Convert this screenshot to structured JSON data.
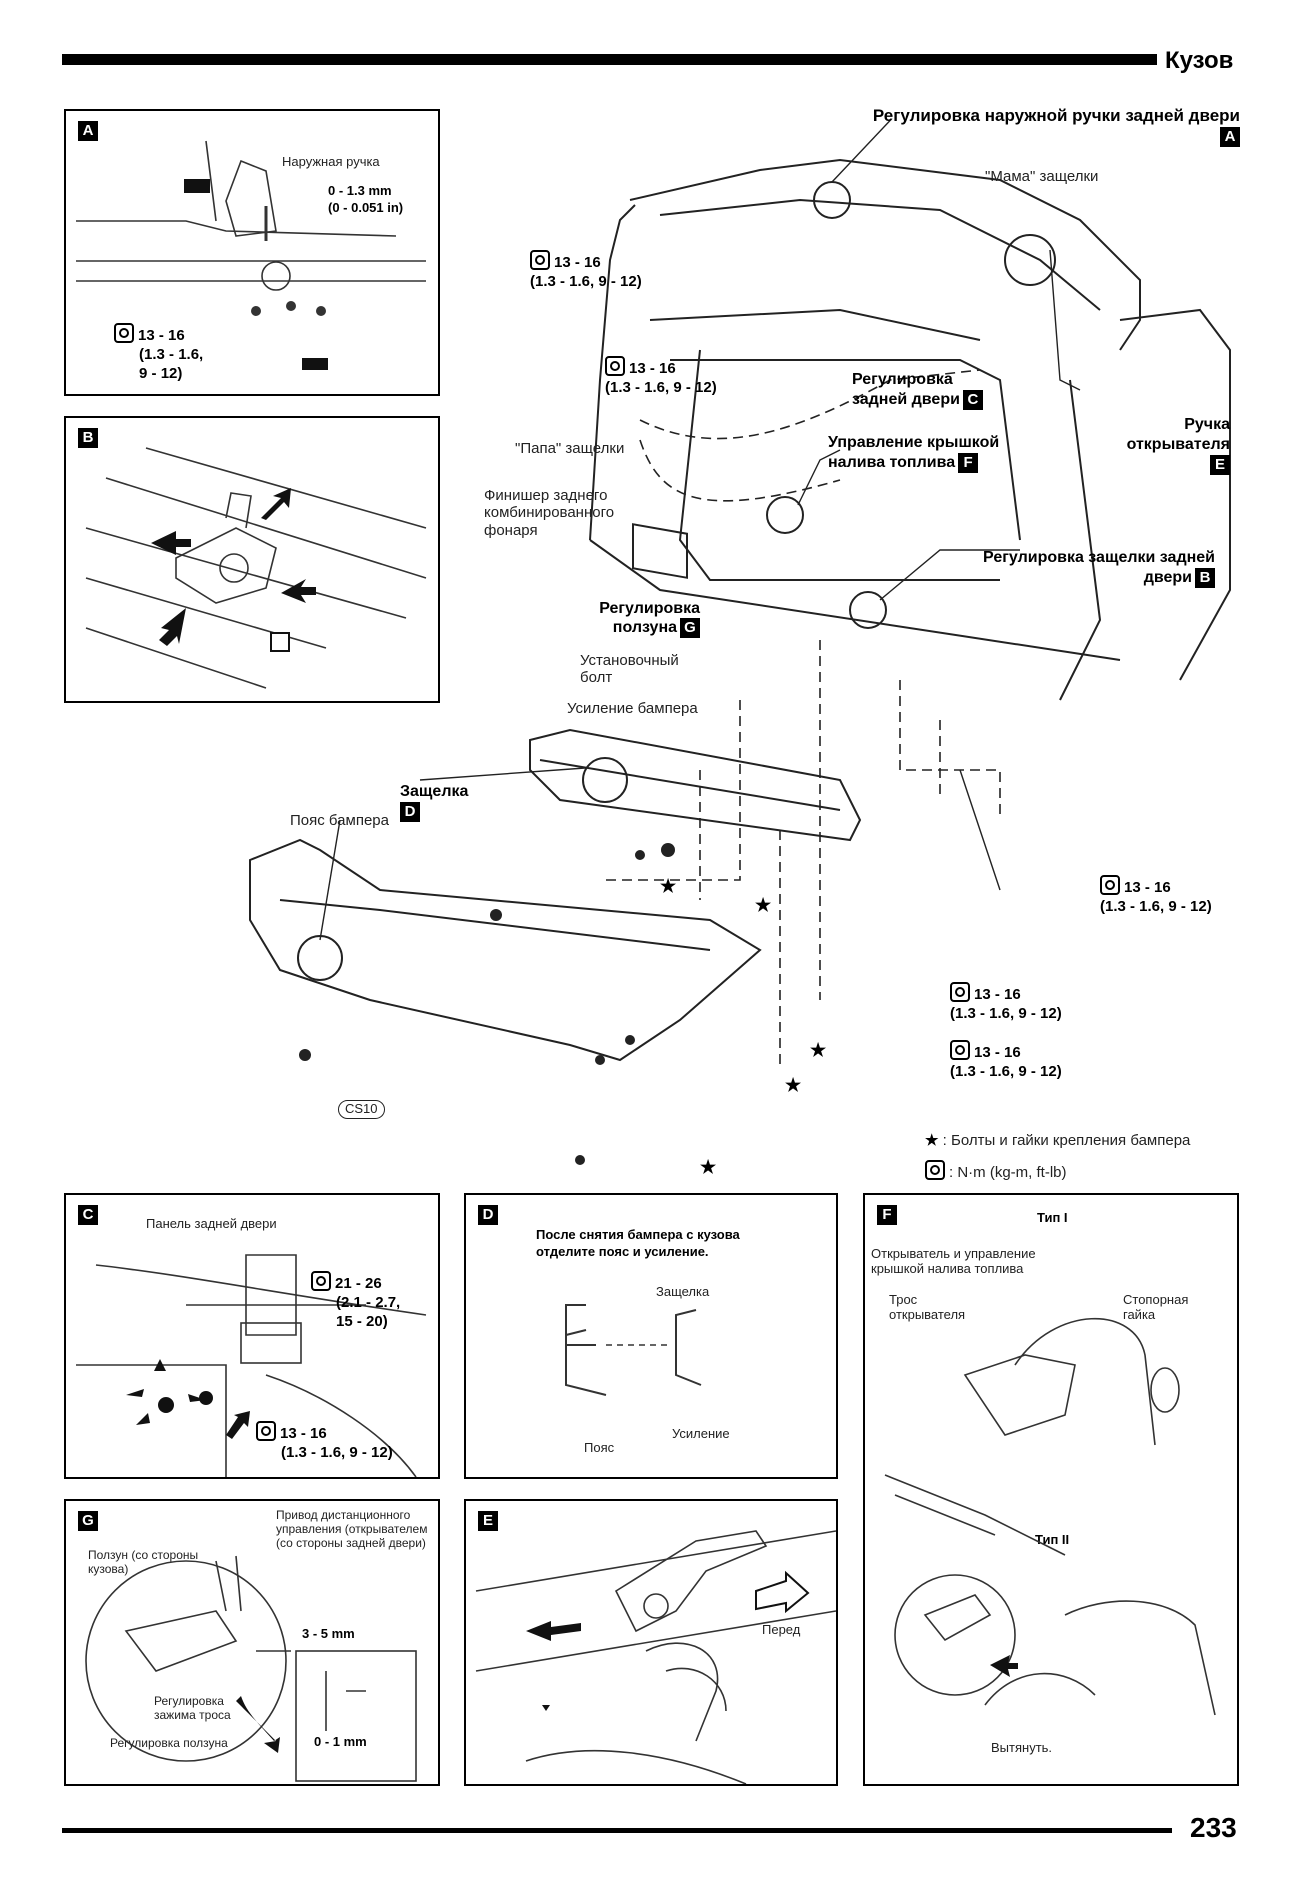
{
  "header": {
    "title": "Кузов"
  },
  "footer": {
    "page_number": "233"
  },
  "main": {
    "callout_A": {
      "text": "Регулировка наружной ручки задней двери",
      "tag": "A"
    },
    "mama_latch": "\"Мама\" защелки",
    "torque_1": {
      "line1": "13 - 16",
      "line2": "(1.3 - 1.6, 9 - 12)"
    },
    "torque_2": {
      "line1": "13 - 16",
      "line2": "(1.3 - 1.6, 9 - 12)"
    },
    "callout_C": {
      "text": "Регулировка задней двери",
      "tag": "C"
    },
    "papa_latch": "\"Папа\" защелки",
    "callout_F": {
      "text": "Управление крышкой налива топлива",
      "tag": "F"
    },
    "callout_E": {
      "text": "Ручка открывателя",
      "tag": "E"
    },
    "finisher": "Финишер заднего комбинированного фонаря",
    "callout_B": {
      "text": "Регулировка защелки задней двери",
      "tag": "B"
    },
    "callout_G": {
      "text": "Регулировка ползуна",
      "tag": "G"
    },
    "mount_bolt": "Установочный болт",
    "bumper_reinf": "Усиление бампера",
    "callout_D": {
      "text": "Защелка",
      "tag": "D"
    },
    "bumper_belt": "Пояс бампера",
    "torque_3": {
      "line1": "13 - 16",
      "line2": "(1.3 - 1.6, 9 - 12)"
    },
    "torque_4": {
      "line1": "13 - 16",
      "line2": "(1.3 - 1.6, 9 - 12)"
    },
    "torque_5": {
      "line1": "13 - 16",
      "line2": "(1.3 - 1.6, 9 - 12)"
    },
    "cs_code": "CS10",
    "legend_star": "Болты и гайки крепления бампера",
    "legend_torque": "N·m (kg-m, ft-lb)"
  },
  "panel_A": {
    "label": "A",
    "outer_handle": "Наружная ручка",
    "gap_mm": "0 - 1.3 mm",
    "gap_in": "(0 - 0.051 in)",
    "torque": {
      "line1": "13 - 16",
      "line2": "(1.3 - 1.6,",
      "line3": "9 - 12)"
    }
  },
  "panel_B": {
    "label": "B"
  },
  "panel_C": {
    "label": "C",
    "door_panel": "Панель задней двери",
    "torque_big": {
      "line1": "21 - 26",
      "line2": "(2.1 - 2.7,",
      "line3": "15 - 20)"
    },
    "torque_small": {
      "line1": "13 - 16",
      "line2": "(1.3 - 1.6, 9 - 12)"
    }
  },
  "panel_D": {
    "label": "D",
    "note": "После снятия бампера с кузова отделите пояс и усиление.",
    "latch": "Защелка",
    "belt": "Пояс",
    "reinforcement": "Усиление"
  },
  "panel_F": {
    "label": "F",
    "type1": "Тип I",
    "opener_label": "Открыватель и управление крышкой налива топлива",
    "cable": "Трос открывателя",
    "lock_nut": "Стопорная гайка",
    "type2": "Тип II",
    "pull": "Вытянуть."
  },
  "panel_G": {
    "label": "G",
    "remote": "Привод дистанционного управления (открывателем (со стороны задней двери)",
    "slider": "Ползун (со стороны кузова)",
    "gap": "3 - 5 mm",
    "cable_clamp": "Регулировка зажима троса",
    "slider_adj": "Регулировка ползуна",
    "gap2": "0 - 1 mm"
  },
  "panel_E": {
    "label": "E",
    "front": "Перед"
  }
}
